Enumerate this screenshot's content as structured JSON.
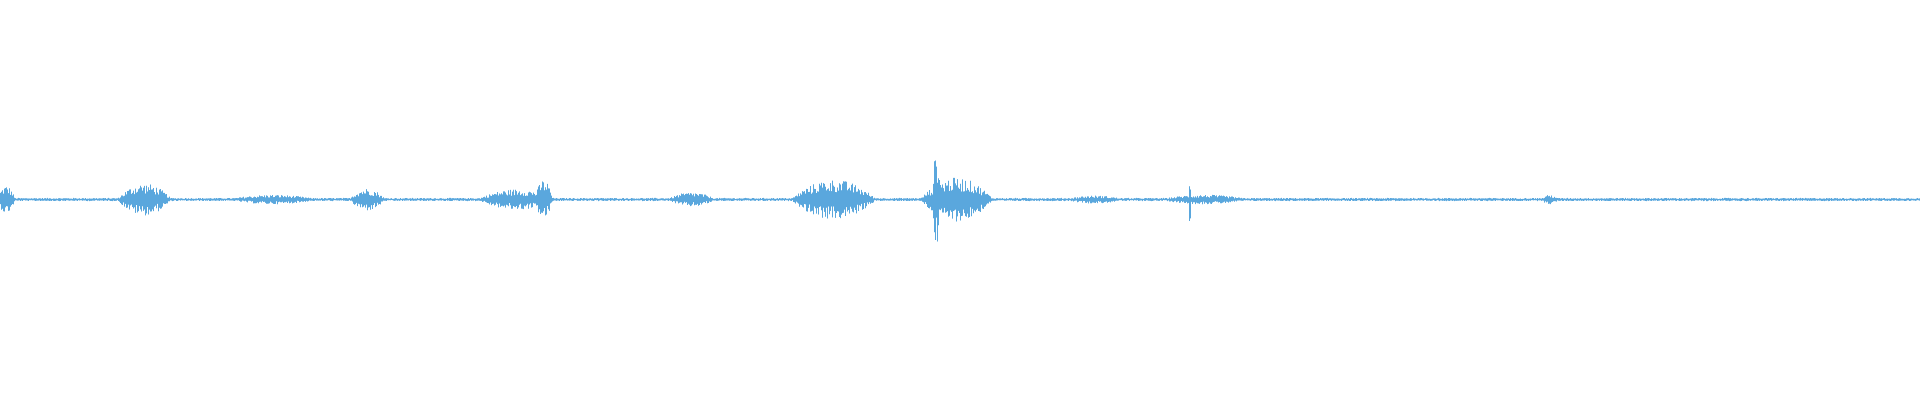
{
  "waveform": {
    "color": "#5aa7dd",
    "background": "#ffffff",
    "baseline_amplitude": 0.004,
    "segments": [
      {
        "position": 0.0,
        "width": 0.006,
        "amplitude": 0.035
      },
      {
        "position": 0.066,
        "width": 0.018,
        "amplitude": 0.04
      },
      {
        "position": 0.127,
        "width": 0.03,
        "amplitude": 0.012
      },
      {
        "position": 0.185,
        "width": 0.012,
        "amplitude": 0.028
      },
      {
        "position": 0.256,
        "width": 0.026,
        "amplitude": 0.026
      },
      {
        "position": 0.28,
        "width": 0.006,
        "amplitude": 0.05
      },
      {
        "position": 0.352,
        "width": 0.016,
        "amplitude": 0.018
      },
      {
        "position": 0.42,
        "width": 0.028,
        "amplitude": 0.05
      },
      {
        "position": 0.486,
        "width": 0.024,
        "amplitude": 0.055
      },
      {
        "position": 0.486,
        "width": 0.003,
        "amplitude": 0.12
      },
      {
        "position": 0.56,
        "width": 0.02,
        "amplitude": 0.01
      },
      {
        "position": 0.612,
        "width": 0.03,
        "amplitude": 0.012
      },
      {
        "position": 0.619,
        "width": 0.001,
        "amplitude": 0.06
      },
      {
        "position": 0.804,
        "width": 0.006,
        "amplitude": 0.012
      }
    ]
  }
}
